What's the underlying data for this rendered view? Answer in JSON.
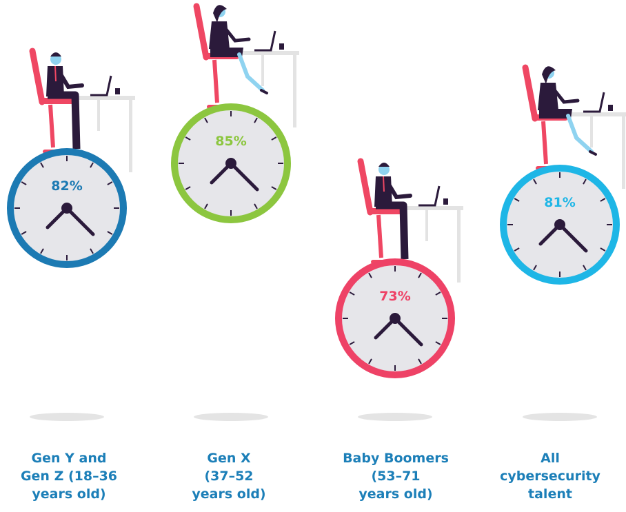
{
  "chart_data": {
    "type": "pictogram-clock",
    "categories": [
      "Gen Y and Gen Z (18–36 years old)",
      "Gen X (37–52 years old)",
      "Baby Boomers (53–71 years old)",
      "All cybersecurity talent"
    ],
    "values": [
      82,
      85,
      73,
      81
    ],
    "value_labels": [
      "82%",
      "85%",
      "73%",
      "81%"
    ],
    "label_lines": [
      [
        "Gen Y and",
        "Gen Z (18–36",
        "years old)"
      ],
      [
        "Gen X",
        "(37–52",
        "years old)"
      ],
      [
        "Baby Boomers",
        "(53–71",
        "years old)"
      ],
      [
        "All",
        "cybersecurity",
        "talent"
      ]
    ],
    "colors": [
      "#1c7ab3",
      "#8cc63f",
      "#ee4266",
      "#1eb6e6"
    ],
    "figures": [
      "man-at-desk",
      "woman-at-desk",
      "man-at-desk",
      "woman-at-desk"
    ]
  },
  "colors": {
    "label": "#1c7fb8",
    "clock_face": "#e6e6ea",
    "clock_hands": "#2b1a3b",
    "shadow": "#e4e4e4",
    "desk": "#e3e3e3",
    "chair": "#ef4763",
    "suit": "#2b1a3b",
    "skin": "#8fd3f0"
  }
}
